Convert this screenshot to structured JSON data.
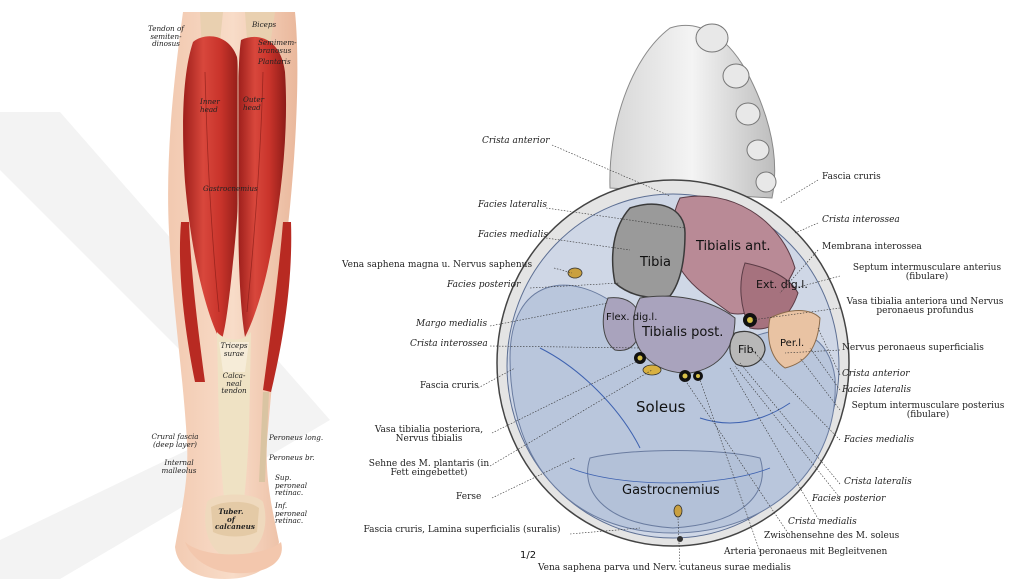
{
  "left_figure": {
    "labels": {
      "tendon_semitendinosus": "Tendon of semiten- dinosus",
      "biceps": "Biceps",
      "semimembranosus": "Semimem- branosus",
      "plantaris": "Plantaris",
      "inner_head": "Inner head",
      "outer_head": "Outer head",
      "gastrocnemius": "Gastrocnemius",
      "triceps_surae": "Triceps surae",
      "calcaneal_tendon": "Calca- neal tendon",
      "crural_fascia": "Crural fascia (deep layer)",
      "internal_malleolus": "Internal malleolus",
      "peroneus_long": "Peroneus long.",
      "peroneus_br": "Peroneus br.",
      "sup_peroneal_retinac": "Sup. peroneal retinac.",
      "inf_peroneal_retinac": "Inf. peroneal retinac.",
      "tuber_calcaneus": "Tuber. of calcaneus"
    }
  },
  "right_figure": {
    "inner_labels": {
      "tibia": "Tibia",
      "tibialis_ant": "Tibialis ant.",
      "ext_dig": "Ext. dig.l.",
      "flex_dig": "Flex. dig.l.",
      "tibialis_post": "Tibialis post.",
      "fib": "Fib.",
      "per_l": "Per.l.",
      "soleus": "Soleus",
      "gastrocnemius": "Gastrocnemius",
      "scale": "1/2"
    },
    "left_labels": {
      "crista_anterior": "Crista anterior",
      "facies_lateralis": "Facies lateralis",
      "facies_medialis": "Facies medialis",
      "vena_saphena_magna": "Vena saphena magna u. Nervus saphenus",
      "facies_posterior": "Facies posterior",
      "margo_medialis": "Margo medialis",
      "crista_interossea": "Crista interossea",
      "fascia_cruris": "Fascia cruris",
      "vasa_tibialia_posteriora": "Vasa tibialia posteriora, Nervus tibialis",
      "sehne_plantaris": "Sehne des M. plantaris (in Fett eingebettet)",
      "ferse": "Ferse",
      "fascia_cruris_lamina": "Fascia cruris, Lamina superficialis (suralis)"
    },
    "right_labels": {
      "fascia_cruris": "Fascia cruris",
      "crista_interossea": "Crista interossea",
      "membrana_interossea": "Membrana interossea",
      "septum_anterius": "Septum intermusculare anterius (fibulare)",
      "vasa_tibialia_anteriora": "Vasa tibialia anteriora und Nervus peronaeus profundus",
      "nervus_peronaeus_superficialis": "Nervus peronaeus superficialis",
      "crista_anterior": "Crista anterior",
      "facies_lateralis": "Facies lateralis",
      "septum_posterius": "Septum intermusculare posterius (fibulare)",
      "facies_medialis": "Facies medialis",
      "crista_lateralis": "Crista lateralis",
      "facies_posterior": "Facies posterior",
      "crista_medialis": "Crista medialis",
      "zwischensehne": "Zwischensehne des M. soleus",
      "arteria_peronaeus": "Arteria peronaeus mit Begleitvenen",
      "vena_saphena_parva": "Vena saphena parva und Nerv. cutaneus surae medialis"
    }
  },
  "colors": {
    "muscle_red": "#c8322a",
    "tendon_cream": "#efe2c4",
    "bone_gray": "#9a9a9a",
    "soleus_blue": "#b9c6dc",
    "tibialis_ant_mauve": "#b98a96",
    "tibialis_post_lilac": "#a9a3bd",
    "peroneus_peach": "#e9c3a3"
  }
}
